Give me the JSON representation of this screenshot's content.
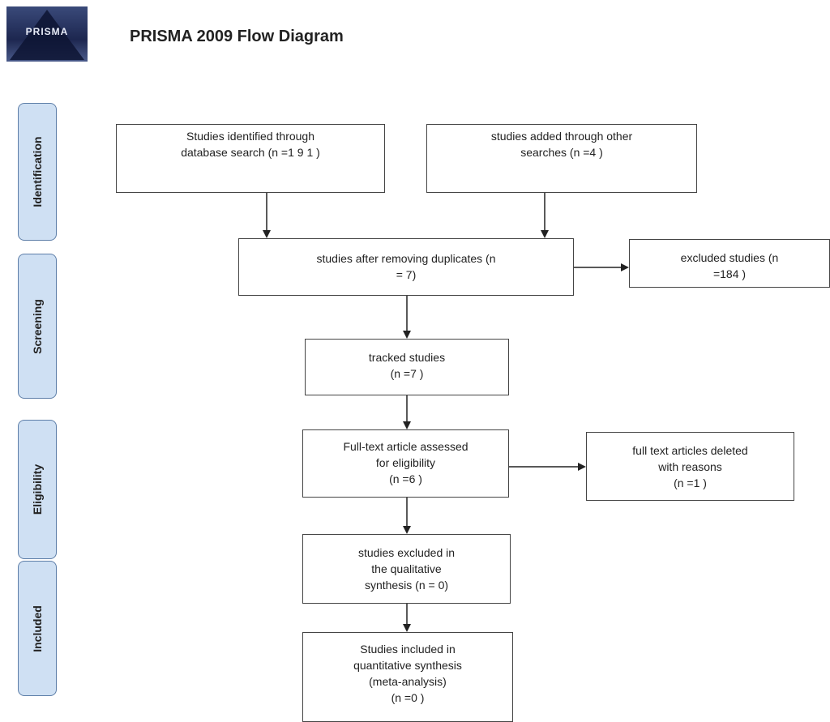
{
  "header": {
    "logo_text": "PRISMA",
    "title": "PRISMA 2009 Flow Diagram"
  },
  "stages": {
    "identification": "Identification",
    "screening": "Screening",
    "eligibility": "Eligibility",
    "included": "Included"
  },
  "boxes": {
    "database_search": [
      "Studies identified through",
      "database search (n =1 9 1 )"
    ],
    "other_searches": [
      "studies added through other",
      "searches (n =4 )"
    ],
    "after_duplicates": [
      "studies after removing duplicates (n",
      "= 7)"
    ],
    "excluded_studies": [
      "excluded studies (n",
      "=184  )"
    ],
    "tracked_studies": [
      "tracked studies",
      "(n =7 )"
    ],
    "fulltext_assessed": [
      "Full-text article assessed",
      "for eligibility",
      "(n =6 )"
    ],
    "fulltext_deleted": [
      "full text articles deleted",
      "with reasons",
      "(n =1 )"
    ],
    "excluded_qualitative": [
      "studies excluded in",
      "the qualitative",
      "synthesis (n = 0)"
    ],
    "included_quantitative": [
      "Studies included in",
      "quantitative synthesis",
      "(meta-analysis)",
      "(n =0 )"
    ]
  }
}
